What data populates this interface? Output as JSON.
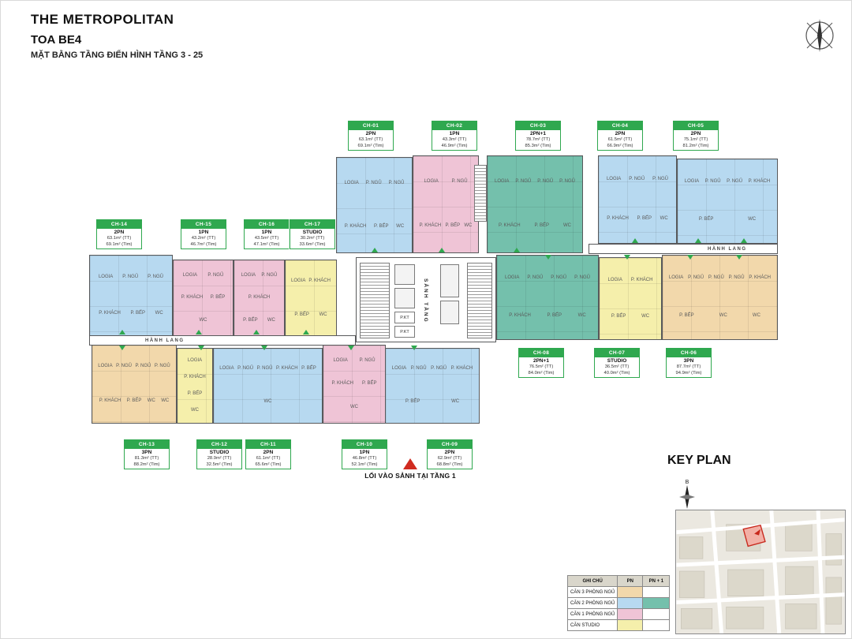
{
  "header": {
    "title": "THE METROPOLITAN",
    "building": "TOA BE4",
    "subtitle": "MẶT BẰNG TẦNG ĐIỂN HÌNH TẦNG 3 - 25"
  },
  "plan": {
    "corridor_label": "HÀNH LANG",
    "lobby_label": "SẢNH TẦNG",
    "technical_label": "P.KT",
    "entrance_label": "LỐI VÀO SẢNH TẠI TẦNG 1"
  },
  "units": [
    {
      "id": "CH-01",
      "type": "2PN",
      "area_tt": "63.1m² (TT)",
      "area_tim": "69.1m² (Tim)"
    },
    {
      "id": "CH-02",
      "type": "1PN",
      "area_tt": "43.3m² (TT)",
      "area_tim": "46.9m² (Tim)"
    },
    {
      "id": "CH-03",
      "type": "2PN+1",
      "area_tt": "78.7m² (TT)",
      "area_tim": "85.3m² (Tim)"
    },
    {
      "id": "CH-04",
      "type": "2PN",
      "area_tt": "61.5m² (TT)",
      "area_tim": "66.9m² (Tim)"
    },
    {
      "id": "CH-05",
      "type": "2PN",
      "area_tt": "75.1m² (TT)",
      "area_tim": "81.2m² (Tim)"
    },
    {
      "id": "CH-06",
      "type": "3PN",
      "area_tt": "87.7m² (TT)",
      "area_tim": "94.9m² (Tim)"
    },
    {
      "id": "CH-07",
      "type": "STUDIO",
      "area_tt": "36.5m² (TT)",
      "area_tim": "40.0m² (Tim)"
    },
    {
      "id": "CH-08",
      "type": "2PN+1",
      "area_tt": "76.5m² (TT)",
      "area_tim": "84.0m² (Tim)"
    },
    {
      "id": "CH-09",
      "type": "2PN",
      "area_tt": "62.9m² (TT)",
      "area_tim": "68.8m² (Tim)"
    },
    {
      "id": "CH-10",
      "type": "1PN",
      "area_tt": "46.8m² (TT)",
      "area_tim": "52.1m² (Tim)"
    },
    {
      "id": "CH-11",
      "type": "2PN",
      "area_tt": "61.1m² (TT)",
      "area_tim": "65.6m² (Tim)"
    },
    {
      "id": "CH-12",
      "type": "STUDIO",
      "area_tt": "28.9m² (TT)",
      "area_tim": "32.5m² (Tim)"
    },
    {
      "id": "CH-13",
      "type": "3PN",
      "area_tt": "81.3m² (TT)",
      "area_tim": "88.2m² (Tim)"
    },
    {
      "id": "CH-14",
      "type": "2PN",
      "area_tt": "63.1m² (TT)",
      "area_tim": "69.1m² (Tim)"
    },
    {
      "id": "CH-15",
      "type": "1PN",
      "area_tt": "43.2m² (TT)",
      "area_tim": "46.7m² (Tim)"
    },
    {
      "id": "CH-16",
      "type": "1PN",
      "area_tt": "43.5m² (TT)",
      "area_tim": "47.1m² (Tim)"
    },
    {
      "id": "CH-17",
      "type": "STUDIO",
      "area_tt": "30.2m² (TT)",
      "area_tim": "33.6m² (Tim)"
    }
  ],
  "unit_rooms_by_type": {
    "3PN": [
      "LOGIA",
      "P. NGỦ",
      "P. NGỦ",
      "P. NGỦ",
      "P. KHÁCH",
      "P. BẾP",
      "WC",
      "WC"
    ],
    "2PN": [
      "LOGIA",
      "P. NGỦ",
      "P. NGỦ",
      "P. KHÁCH",
      "P. BẾP",
      "WC"
    ],
    "2PN+1": [
      "LOGIA",
      "P. NGỦ",
      "P. NGỦ",
      "P. NGỦ",
      "P. KHÁCH",
      "P. BẾP",
      "WC"
    ],
    "1PN": [
      "LOGIA",
      "P. NGỦ",
      "P. KHÁCH",
      "P. BẾP",
      "WC"
    ],
    "STUDIO": [
      "LOGIA",
      "P. KHÁCH",
      "P. BẾP",
      "WC"
    ]
  },
  "colors": {
    "3PN": "#f2d8ab",
    "2PN": "#b7d9f0",
    "2PN+1": "#74c0ac",
    "1PN": "#efc4d6",
    "STUDIO": "#f5efab",
    "header_green": "#2fa84f",
    "arrow_green": "#2fa84f",
    "entrance_red": "#d02b20"
  },
  "key_plan": {
    "title": "KEY PLAN",
    "compass_label": "B"
  },
  "legend": {
    "header": [
      "GHI CHÚ",
      "PN",
      "PN + 1"
    ],
    "rows": [
      {
        "label": "CĂN 3 PHÒNG NGỦ",
        "pn": "3PN",
        "pn1": ""
      },
      {
        "label": "CĂN 2 PHÒNG NGỦ",
        "pn": "2PN",
        "pn1": "2PN+1"
      },
      {
        "label": "CĂN 1 PHÒNG NGỦ",
        "pn": "1PN",
        "pn1": ""
      },
      {
        "label": "CĂN STUDIO",
        "pn": "STUDIO",
        "pn1": ""
      }
    ]
  }
}
